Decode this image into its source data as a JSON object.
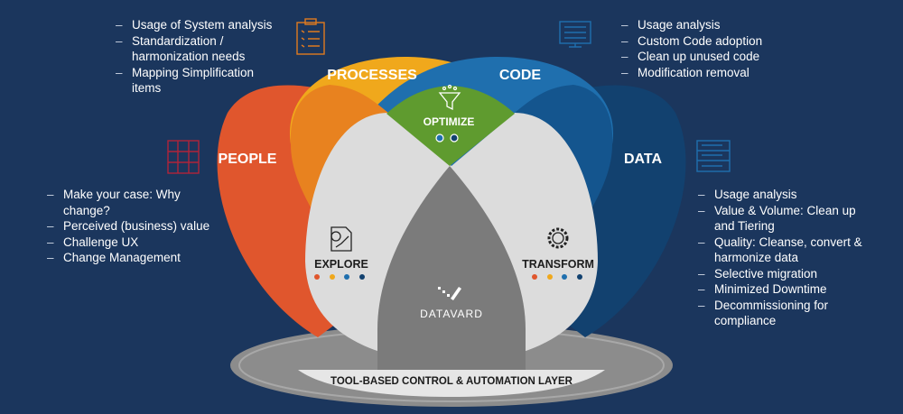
{
  "sections": {
    "people": {
      "title": "PEOPLE",
      "items": [
        "Make your case: Why change?",
        "Perceived (business) value",
        "Challenge UX",
        "Change Management"
      ]
    },
    "processes": {
      "title": "PROCESSES",
      "items": [
        "Usage of System analysis",
        "Standardization / harmonization needs",
        "Mapping Simplification items"
      ]
    },
    "code": {
      "title": "CODE",
      "items": [
        "Usage analysis",
        "Custom Code adoption",
        "Clean up unused code",
        "Modification removal"
      ]
    },
    "data": {
      "title": "DATA",
      "items": [
        "Usage analysis",
        "Value & Volume: Clean up and Tiering",
        "Quality: Cleanse, convert & harmonize data",
        "Selective migration",
        "Minimized Downtime",
        "Decommissioning for compliance"
      ]
    }
  },
  "phases": {
    "optimize": "OPTIMIZE",
    "explore": "EXPLORE",
    "transform": "TRANSFORM"
  },
  "brand": "DATAVARD",
  "base_layer": "TOOL-BASED CONTROL & AUTOMATION LAYER",
  "colors": {
    "background": "#1b365d",
    "people": "#e0562d",
    "processes": "#f0a81c",
    "code": "#1f6fae",
    "data": "#12416f",
    "optimize": "#5f9b2f"
  }
}
